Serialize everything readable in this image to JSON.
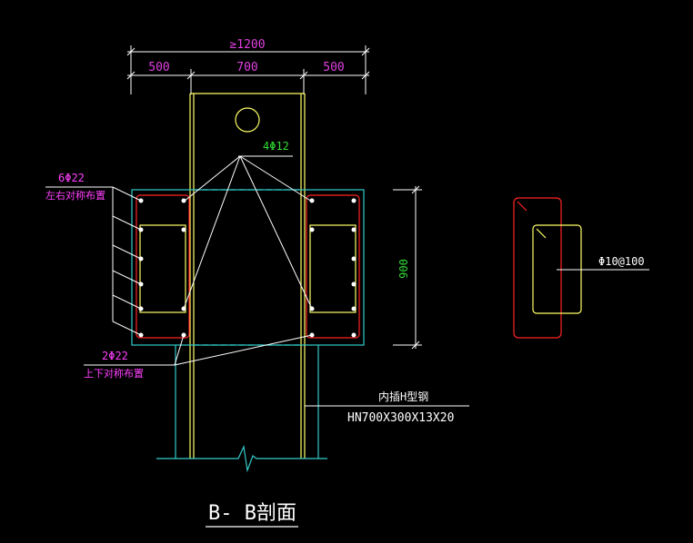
{
  "colors": {
    "background": "#000000",
    "dimension": "#ffffff",
    "dimension_text": "#e040e0",
    "steel": "#ffff66",
    "concrete": "#33cccc",
    "rebar": "#ff2222",
    "stirrup": "#ffff66",
    "leader": "#ffffff",
    "green_text": "#33dd33",
    "magenta_text": "#ff40ff",
    "white_text": "#ffffff"
  },
  "dimensions": {
    "total": "≥1200",
    "left": "500",
    "middle": "700",
    "right": "500",
    "height": "900"
  },
  "labels": {
    "top_bars": "4Φ12",
    "side_bars_count": "6Φ22",
    "side_bars_note": "左右对称布置",
    "bottom_bars_count": "2Φ22",
    "bottom_bars_note": "上下对称布置",
    "steel_name": "内插H型钢",
    "steel_spec": "HN700X300X13X20",
    "stirrup": "Φ10@100",
    "section_title": "B- B剖面"
  }
}
